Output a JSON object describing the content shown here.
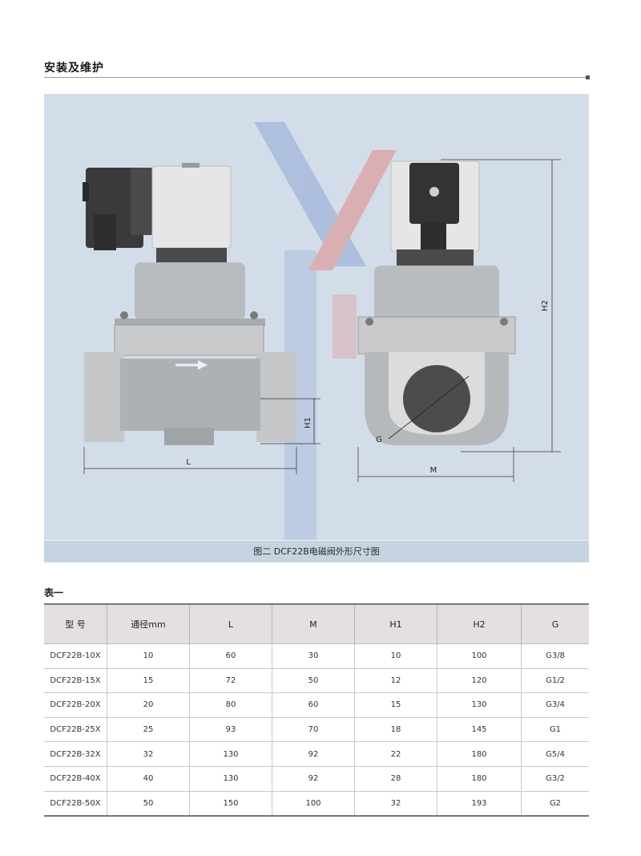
{
  "page": {
    "section_title": "安装及维护",
    "figure_caption": "图二  DCF22B电磁阀外形尺寸图",
    "table_label": "表一"
  },
  "figure": {
    "dimension_labels": {
      "L": "L",
      "H1": "H1",
      "M": "M",
      "H2": "H2",
      "G": "G"
    },
    "colors": {
      "background": "#d3dde9",
      "valve_body": "#bfc2c5",
      "coil": "#e6e6e6",
      "connector": "#333333",
      "watermark_blue": "#8fa8d4",
      "watermark_red": "#e08a8a"
    }
  },
  "table": {
    "headers": [
      "型  号",
      "通径mm",
      "L",
      "M",
      "H1",
      "H2",
      "G"
    ],
    "rows": [
      [
        "DCF22B-10X",
        "10",
        "60",
        "30",
        "10",
        "100",
        "G3/8"
      ],
      [
        "DCF22B-15X",
        "15",
        "72",
        "50",
        "12",
        "120",
        "G1/2"
      ],
      [
        "DCF22B-20X",
        "20",
        "80",
        "60",
        "15",
        "130",
        "G3/4"
      ],
      [
        "DCF22B-25X",
        "25",
        "93",
        "70",
        "18",
        "145",
        "G1"
      ],
      [
        "DCF22B-32X",
        "32",
        "130",
        "92",
        "22",
        "180",
        "G5/4"
      ],
      [
        "DCF22B-40X",
        "40",
        "130",
        "92",
        "28",
        "180",
        "G3/2"
      ],
      [
        "DCF22B-50X",
        "50",
        "150",
        "100",
        "32",
        "193",
        "G2"
      ]
    ]
  }
}
